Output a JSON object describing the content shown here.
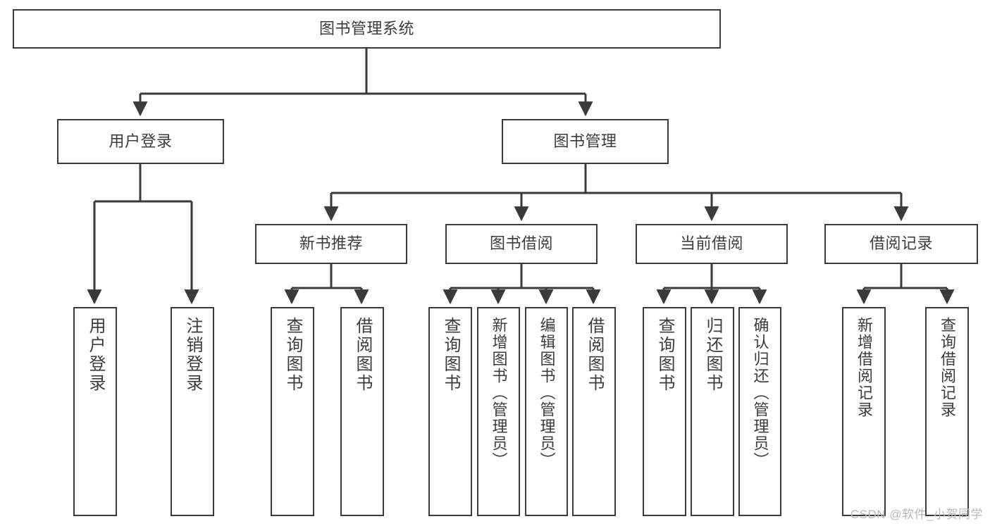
{
  "diagram": {
    "title": "图书管理系统",
    "type": "tree",
    "watermark": "CSDN @软件_小贺同学",
    "colors": {
      "box_border": "#3a3a3a",
      "box_fill": "#ffffff",
      "connector": "#3a3a3a",
      "text": "#3c3c3c",
      "watermark": "#b8b8b8",
      "background": "#ffffff"
    },
    "nodes": {
      "root": {
        "label": "图书管理系统"
      },
      "level2": [
        {
          "id": "user-login",
          "label": "用户登录"
        },
        {
          "id": "book-manage",
          "label": "图书管理"
        }
      ],
      "level3": [
        {
          "id": "new-book-recommend",
          "label": "新书推荐"
        },
        {
          "id": "book-borrow",
          "label": "图书借阅"
        },
        {
          "id": "current-borrow",
          "label": "当前借阅"
        },
        {
          "id": "borrow-record",
          "label": "借阅记录"
        }
      ],
      "leaves": [
        {
          "id": "leaf-user-login",
          "label": "用户登录",
          "parent": "user-login"
        },
        {
          "id": "leaf-logout",
          "label": "注销登录",
          "parent": "user-login"
        },
        {
          "id": "leaf-query-book-1",
          "label": "查询图书",
          "parent": "new-book-recommend"
        },
        {
          "id": "leaf-borrow-book-1",
          "label": "借阅图书",
          "parent": "new-book-recommend"
        },
        {
          "id": "leaf-query-book-2",
          "label": "查询图书",
          "parent": "book-borrow"
        },
        {
          "id": "leaf-add-book",
          "label": "新增图书（管理员）",
          "parent": "book-borrow"
        },
        {
          "id": "leaf-edit-book",
          "label": "编辑图书（管理员）",
          "parent": "book-borrow"
        },
        {
          "id": "leaf-borrow-book-2",
          "label": "借阅图书",
          "parent": "book-borrow"
        },
        {
          "id": "leaf-query-book-3",
          "label": "查询图书",
          "parent": "current-borrow"
        },
        {
          "id": "leaf-return-book",
          "label": "归还图书",
          "parent": "current-borrow"
        },
        {
          "id": "leaf-confirm-return",
          "label": "确认归还（管理员）",
          "parent": "current-borrow"
        },
        {
          "id": "leaf-add-record",
          "label": "新增借阅记录",
          "parent": "borrow-record"
        },
        {
          "id": "leaf-query-record",
          "label": "查询借阅记录",
          "parent": "borrow-record"
        }
      ]
    }
  }
}
